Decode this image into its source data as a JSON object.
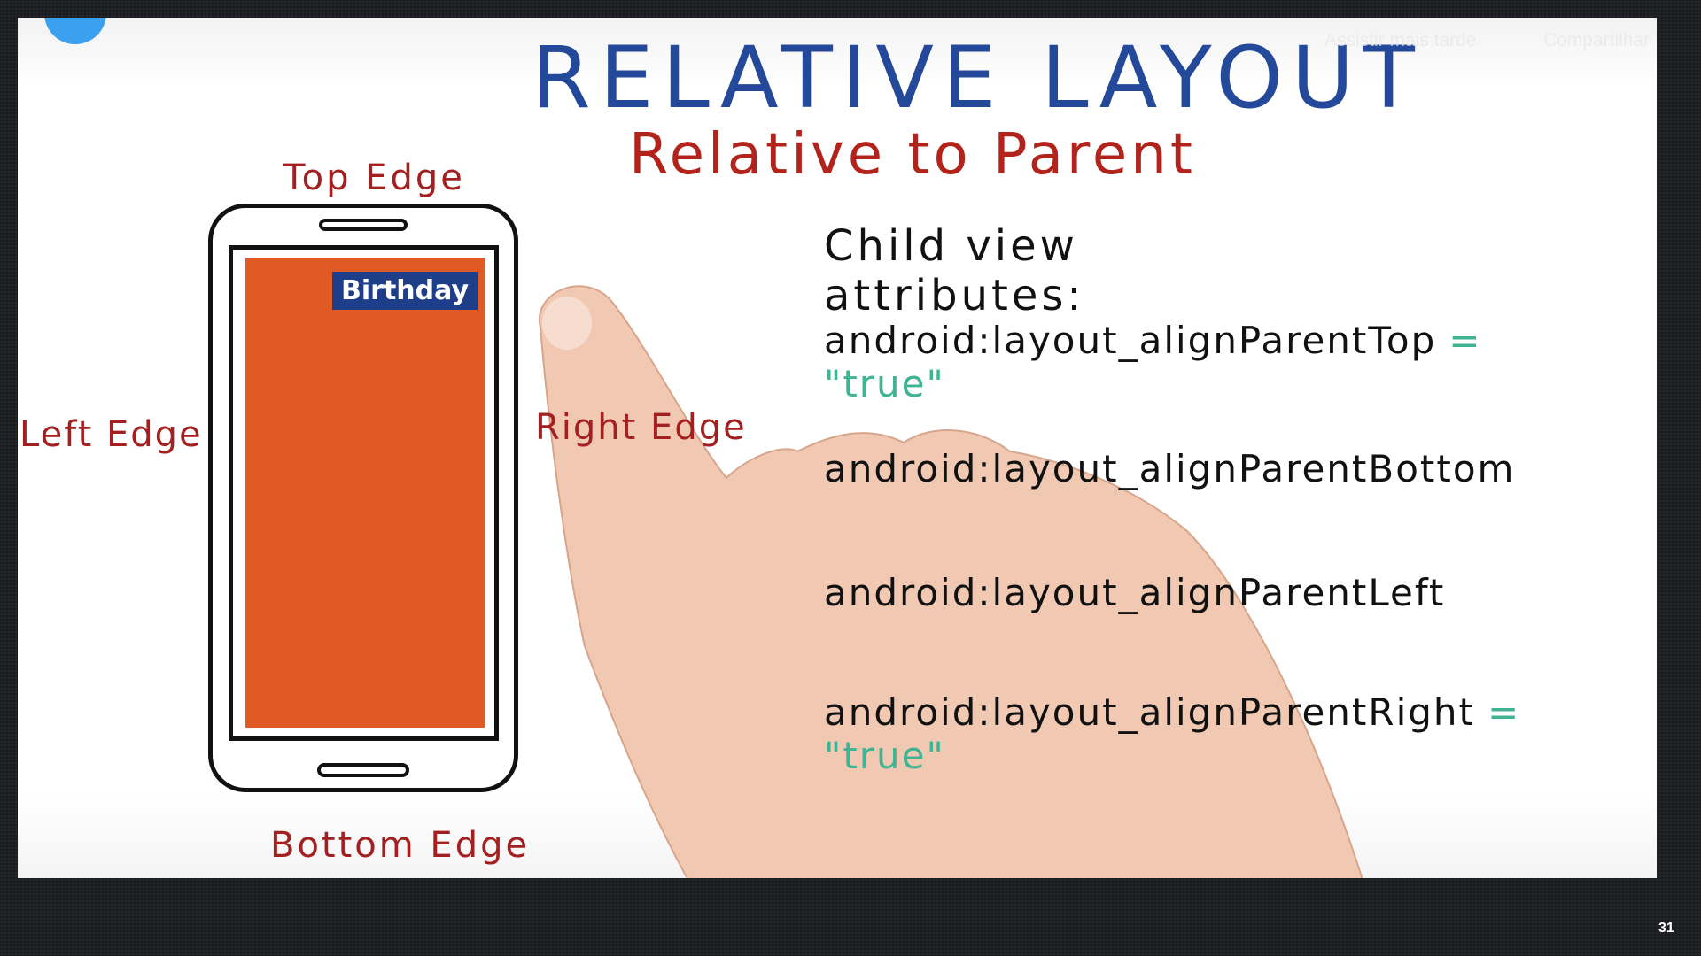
{
  "video": {
    "title": "RELATIVE LAYOUT",
    "subtitle": "Relative to Parent",
    "edges": {
      "top": "Top Edge",
      "bottom": "Bottom Edge",
      "left": "Left Edge",
      "right": "Right Edge"
    },
    "phone_label": "Birthday",
    "attributes_heading": "Child view attributes:",
    "attributes": [
      {
        "name": "android:layout_alignParentTop",
        "value": "= \"true\""
      },
      {
        "name": "android:layout_alignParentBottom",
        "value": ""
      },
      {
        "name": "android:layout_alignParentLeft",
        "value": ""
      },
      {
        "name": "android:layout_alignParentRight",
        "value": "= \"true\""
      }
    ],
    "colors": {
      "title": "#24489a",
      "edge_label": "#a42020",
      "view": "#e05a26",
      "label_bg": "#1f3e8a",
      "true_value": "#3fb493"
    }
  },
  "player_overlay": {
    "watch_later": "Assistir mais tarde",
    "share": "Compartilhar"
  },
  "slide_number": "31"
}
